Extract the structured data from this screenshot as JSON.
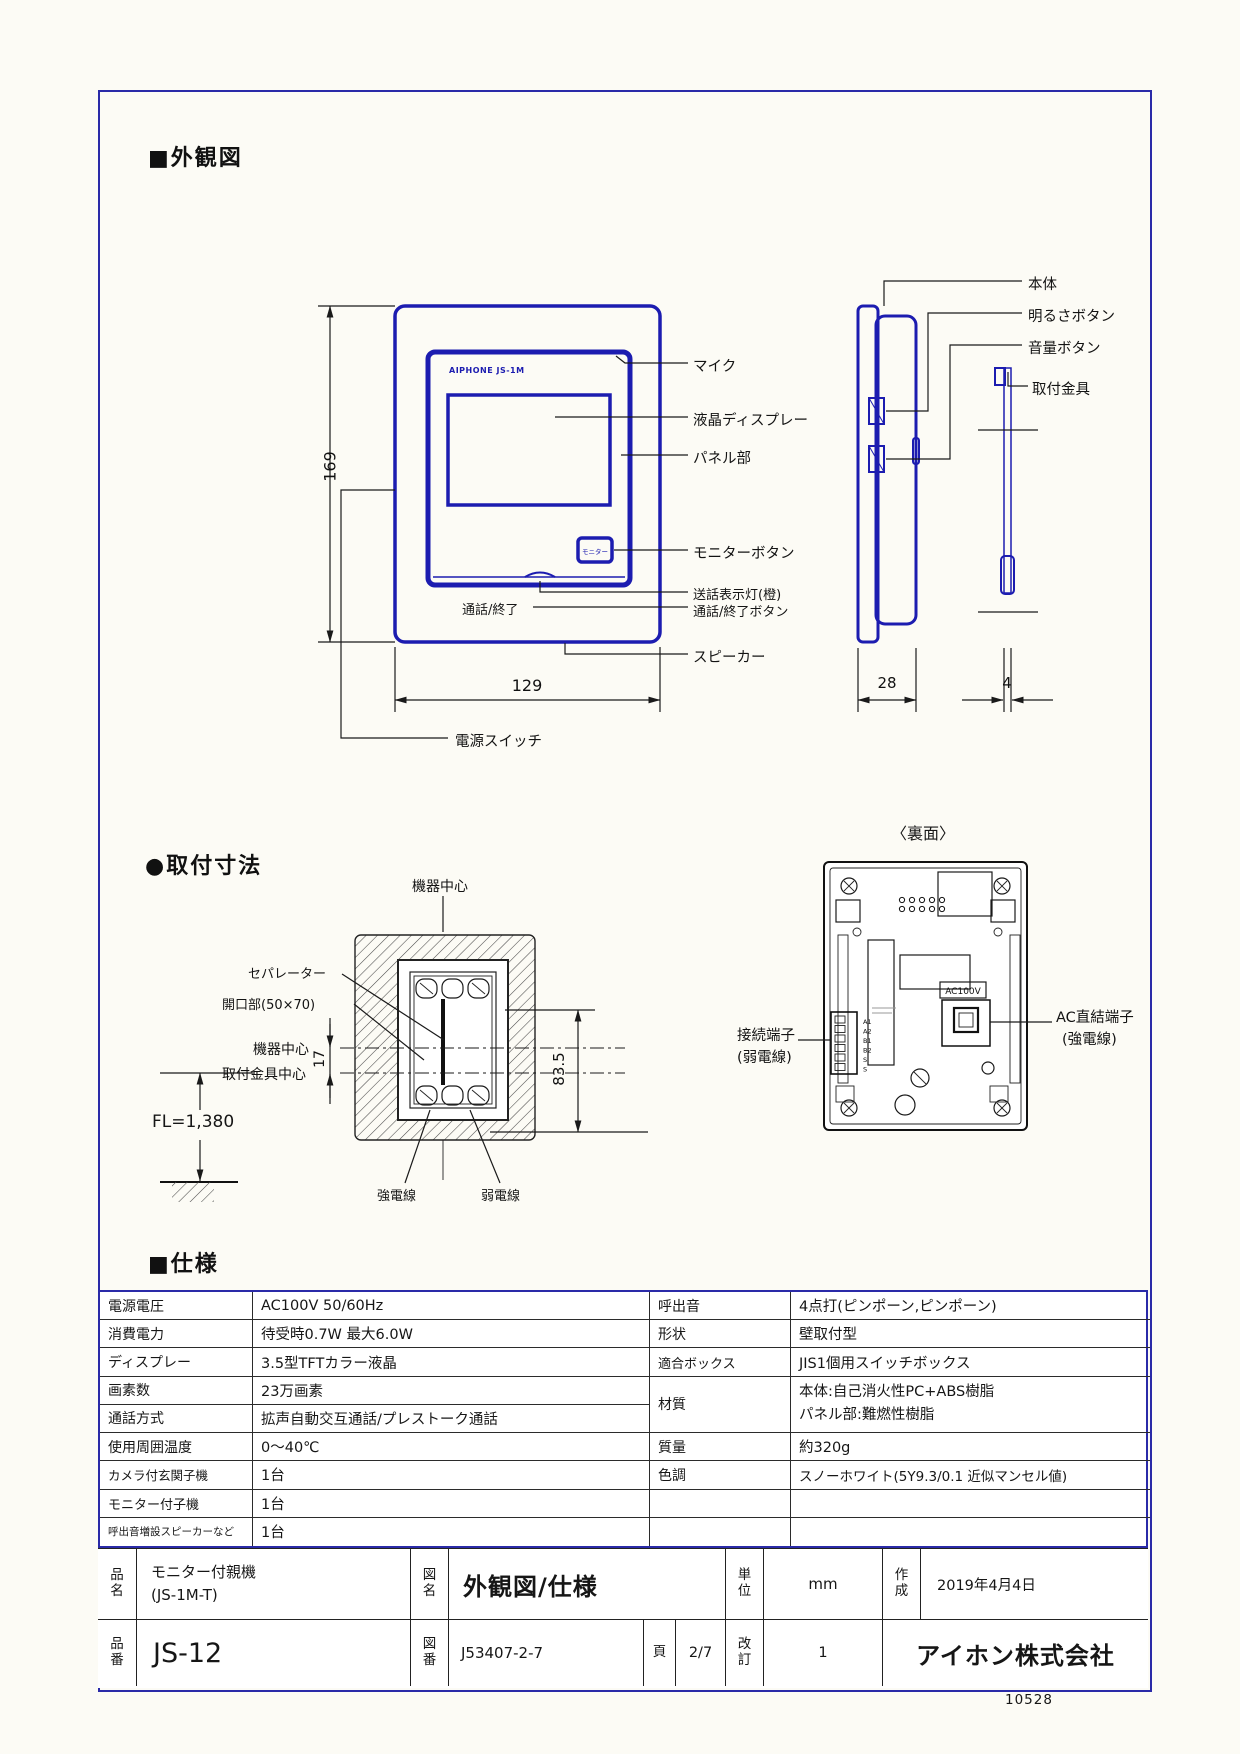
{
  "doc": {
    "number_bottom": "10528"
  },
  "sections": {
    "exterior": "■外観図",
    "mounting": "●取付寸法",
    "spec": "■仕様"
  },
  "front": {
    "brand": "AIPHONE JS-1M",
    "screen_button": "モニター",
    "panel_text": "通話/終了",
    "dim_height": "169",
    "dim_width": "129",
    "callout_mic": "マイク",
    "callout_lcd": "液晶ディスプレー",
    "callout_panel": "パネル部",
    "callout_monitor_btn": "モニターボタン",
    "callout_talk_led": "送話表示灯(橙)",
    "callout_talk_btn": "通話/終了ボタン",
    "callout_speaker": "スピーカー",
    "callout_power": "電源スイッチ"
  },
  "side": {
    "callout_body": "本体",
    "callout_brightness": "明るさボタン",
    "callout_volume": "音量ボタン",
    "callout_bracket": "取付金具",
    "dim_depth": "28",
    "dim_bracket": "4"
  },
  "mount": {
    "center_top": "機器中心",
    "separator": "セパレーター",
    "opening": "開口部(50×70)",
    "center_left": "機器中心",
    "bracket_center": "取付金具中心",
    "dim_offset": "17",
    "dim_span": "83.5",
    "fl": "FL=1,380",
    "strong_wire": "強電線",
    "weak_wire": "弱電線"
  },
  "rear": {
    "title": "〈裏面〉",
    "ac_box": "AC100V",
    "terminals": [
      "A1",
      "A2",
      "B1",
      "B2",
      "S",
      "S"
    ],
    "conn_label_1": "接続端子",
    "conn_label_2": "(弱電線)",
    "ac_label_1": "AC直結端子",
    "ac_label_2": "(強電線)"
  },
  "spec": {
    "left": [
      {
        "label": "電源電圧",
        "value": "AC100V  50/60Hz"
      },
      {
        "label": "消費電力",
        "value": "待受時0.7W  最大6.0W"
      },
      {
        "label": "ディスプレー",
        "value": "3.5型TFTカラー液晶"
      },
      {
        "label": "画素数",
        "value": "23万画素"
      },
      {
        "label": "通話方式",
        "value": "拡声自動交互通話/プレストーク通話"
      },
      {
        "label": "使用周囲温度",
        "value": "0〜40℃"
      },
      {
        "label": "カメラ付玄関子機",
        "value": "1台"
      },
      {
        "label": "モニター付子機",
        "value": "1台"
      },
      {
        "label": "呼出音増設スピーカーなど",
        "value": "1台"
      }
    ],
    "right": {
      "r1": {
        "label": "呼出音",
        "value": "4点打(ピンポーン,ピンポーン)"
      },
      "r2": {
        "label": "形状",
        "value": "壁取付型"
      },
      "r3": {
        "label": "適合ボックス",
        "value": "JIS1個用スイッチボックス"
      },
      "r45": {
        "label": "材質",
        "value1": "本体:自己消火性PC+ABS樹脂",
        "value2": "パネル部:難燃性樹脂"
      },
      "r6": {
        "label": "質量",
        "value": "約320g"
      },
      "r7": {
        "label": "色調",
        "value": "スノーホワイト(5Y9.3/0.1 近似マンセル値)"
      }
    }
  },
  "tblock": {
    "hinmei_label": "品名",
    "hinmei_1": "モニター付親機",
    "hinmei_2": "(JS-1M-T)",
    "zumei_label": "図名",
    "zumei": "外観図/仕様",
    "tani_label": "単位",
    "tani": "mm",
    "sakusei_label": "作成",
    "sakusei": "2019年4月4日",
    "hinban_label": "品番",
    "hinban": "JS-12",
    "zuban_label": "図番",
    "zuban": "J53407-2-7",
    "page_label": "頁",
    "page": "2/7",
    "kaitei_label": "改訂",
    "kaitei": "1",
    "company": "アイホン株式会社"
  }
}
